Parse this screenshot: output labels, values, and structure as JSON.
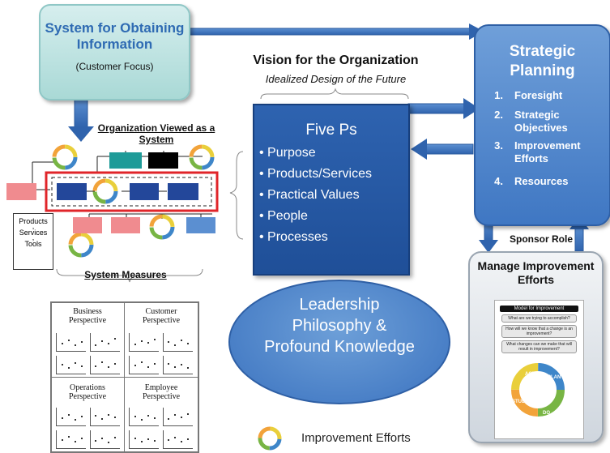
{
  "system_info": {
    "title": "System for Obtaining Information",
    "subtitle": "(Customer Focus)"
  },
  "vision": {
    "title": "Vision for the Organization",
    "subtitle": "Idealized Design of the Future"
  },
  "strategic": {
    "title": "Strategic Planning",
    "items": [
      {
        "num": "1.",
        "label": "Foresight"
      },
      {
        "num": "2.",
        "label": "Strategic Objectives"
      },
      {
        "num": "3.",
        "label": "Improvement Efforts"
      },
      {
        "num": "4.",
        "label": "Resources"
      }
    ]
  },
  "five_ps": {
    "title": "Five Ps",
    "items": [
      "Purpose",
      "Products/Services",
      "Practical Values",
      "People",
      "Processes"
    ]
  },
  "leadership": {
    "text": "Leadership Philosophy & Profound Knowledge"
  },
  "org_system": {
    "label": "Organization Viewed as a System"
  },
  "tools": {
    "items": [
      "Products",
      ",",
      "Services",
      ",",
      "Tools"
    ]
  },
  "system_measures": {
    "label": "System Measures",
    "perspectives": [
      "Business Perspective",
      "Customer Perspective",
      "Operations Perspective",
      "Employee Perspective"
    ]
  },
  "sponsor": {
    "label": "Sponsor Role"
  },
  "manage": {
    "title": "Manage Improvement Efforts",
    "model_title": "Model for Improvement",
    "questions": [
      "What are we trying to accomplish?",
      "How will we know that a change is an improvement?",
      "What changes can we make that will result in improvement?"
    ],
    "cycle": [
      "ACT",
      "PLAN",
      "STUDY",
      "DO"
    ]
  },
  "legend": {
    "label": "Improvement Efforts"
  },
  "colors": {
    "teal": "#1e9b98",
    "black": "#000000",
    "pink": "#f08b8f",
    "navy": "#23479a",
    "steel": "#5b8fd1",
    "frame_red": "#e0252a",
    "cycle_blue": "#3e86c9",
    "cycle_green": "#78b544",
    "cycle_orange": "#f2a33a",
    "cycle_yellow": "#e9cf3b"
  }
}
